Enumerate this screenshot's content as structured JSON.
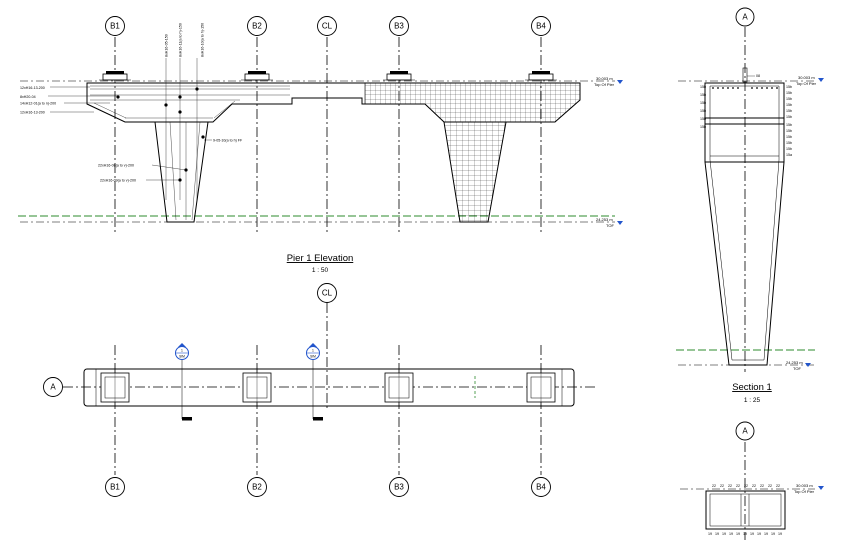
{
  "elevation": {
    "title": "Pier 1 Elevation",
    "scale": "1 : 50",
    "grids": [
      "B1",
      "B2",
      "CL",
      "B3",
      "B4"
    ],
    "rebar_labels": [
      "12xH16-13-200",
      "8xH20-04",
      "14xH12-01(a to n)-200",
      "12xH16-13-200",
      "8xH16-05-150",
      "8xH16-11(a to h)-150",
      "8xH16-10(a to h)-150",
      "9-05-10(a to h) FF",
      "22xH16-08(a to v)-200",
      "22xH16-09(a to v)-200"
    ],
    "level_top_value": "30.003 m",
    "level_top_name": "Top Of Pier",
    "level_bottom_value": "24.253 m",
    "level_bottom_name": "TOF"
  },
  "plan": {
    "grids": [
      "B1",
      "B2",
      "CL",
      "B3",
      "B4"
    ],
    "row_grid": "A",
    "section_marker": "1",
    "section_sheet": "SIM"
  },
  "section": {
    "title": "Section 1",
    "scale": "1 : 25",
    "grid": "A",
    "level_top_value": "30.003 m",
    "level_top_name": "Top Of Pier",
    "level_bottom_value": "24.253 m",
    "level_bottom_name": "TOF",
    "bar_marks_left": [
      "15b",
      "15b",
      "15b",
      "15b",
      "15b",
      "15b"
    ],
    "bar_marks_right": [
      "15b",
      "15b",
      "15b",
      "15b",
      "15b",
      "15b",
      "15b",
      "15b",
      "15b",
      "15b",
      "15b",
      "15a"
    ],
    "bar_mark_top": "08"
  },
  "detail": {
    "grid": "A",
    "level_top_value": "30.003 m",
    "level_top_name": "Top Of Pier",
    "bar_marks_top": [
      "22",
      "22",
      "22",
      "22",
      "22",
      "22",
      "22",
      "22",
      "22"
    ],
    "bar_marks_bottom": [
      "19",
      "19",
      "19",
      "19",
      "19",
      "19",
      "19",
      "19",
      "19",
      "19",
      "19"
    ]
  }
}
